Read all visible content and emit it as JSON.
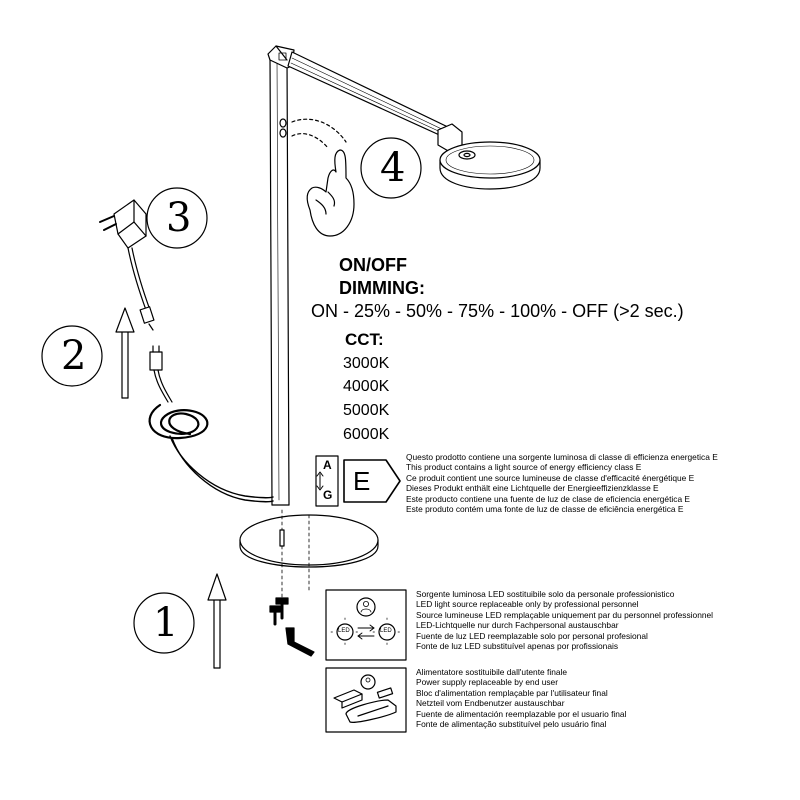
{
  "steps": [
    "1",
    "2",
    "3",
    "4"
  ],
  "controls": {
    "onoff": "ON/OFF",
    "dimming": "DIMMING:",
    "dim_sequence": "ON - 25% - 50% - 75% - 100% - OFF (>2 sec.)",
    "cct_title": "CCT:",
    "cct_values": [
      "3000K",
      "4000K",
      "5000K",
      "6000K"
    ]
  },
  "energy_label": {
    "scale_top": "A",
    "scale_bottom": "G",
    "class": "E",
    "lines": [
      "Questo prodotto contiene una sorgente luminosa di classe di efficienza energetica E",
      "This product contains a light source of energy efficiency class E",
      "Ce produit contient une source lumineuse de classe d'efficacité énergétique E",
      "Dieses Produkt enthält eine Lichtquelle der Energieeffizienzklasse E",
      "Este producto contiene una fuente de luz de clase de eficiencia energética E",
      "Este produto contém uma fonte de luz de classe de eficiência energética E"
    ]
  },
  "led_notice": {
    "icon_label": "LED",
    "lines": [
      "Sorgente luminosa LED sostituibile solo da personale professionistico",
      "LED light source replaceable only by professional personnel",
      "Source lumineuse LED remplaçable uniquement par du personnel professionnel",
      "LED-Lichtquelle nur durch Fachpersonal austauschbar",
      "Fuente de luz LED reemplazable solo por personal profesional",
      "Fonte de luz LED substituível apenas por profissionais"
    ]
  },
  "power_notice": {
    "lines": [
      "Alimentatore sostituibile dall'utente finale",
      "Power supply replaceable by end user",
      "Bloc d'alimentation remplaçable par l'utilisateur final",
      "Netzteil vom Endbenutzer austauschbar",
      "Fuente de alimentación reemplazable por el usuario final",
      "Fonte de alimentação substituível pelo usuário final"
    ]
  }
}
